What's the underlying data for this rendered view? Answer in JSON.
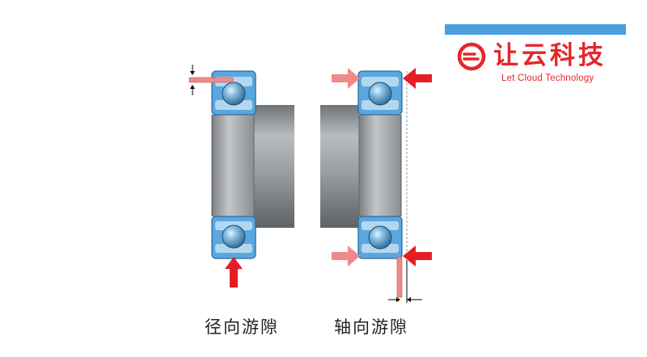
{
  "logo": {
    "name_cn": "让云科技",
    "name_en": "Let Cloud Technology",
    "brand_color": "#e4262b",
    "bar_color": "#4a9fe0"
  },
  "captions": {
    "radial": "径向游隙",
    "axial": "轴向游隙"
  },
  "colors": {
    "ring_blue": "#5aa7de",
    "shaft_gray": "#8f9297",
    "arrow_red": "#e51e25",
    "arrow_pink": "#ee8a8a"
  }
}
